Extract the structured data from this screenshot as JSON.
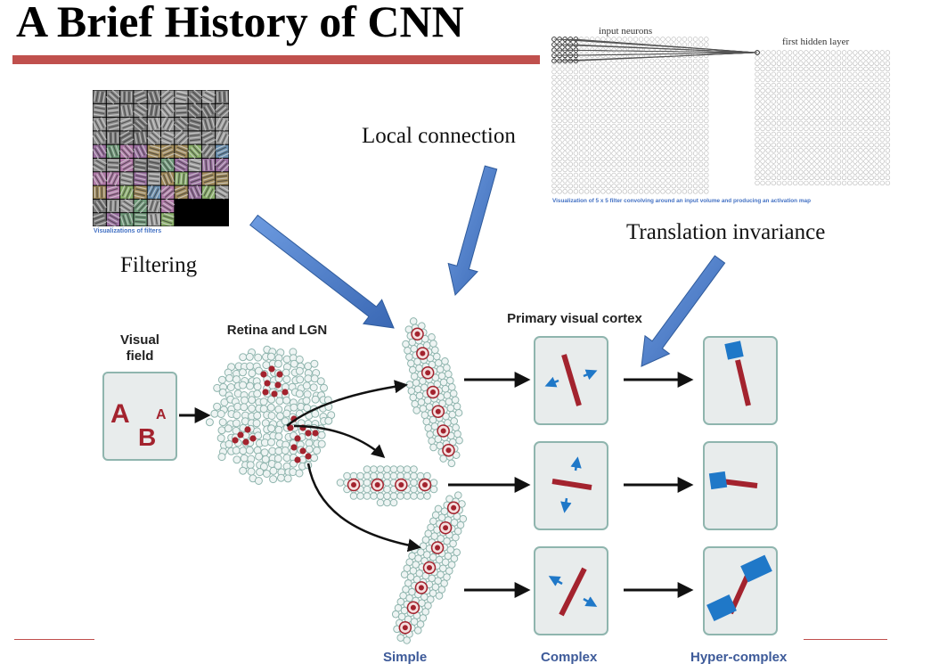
{
  "slide": {
    "title": "A Brief History of CNN",
    "accent_color": "#c0504d",
    "arrow_color": "#4a7cc4"
  },
  "labels": {
    "filtering": "Filtering",
    "local_connection": "Local connection",
    "translation_invariance": "Translation invariance"
  },
  "filters_panel": {
    "caption": "Visualizations of filters"
  },
  "network_panel": {
    "input_label": "input neurons",
    "hidden_label": "first hidden layer",
    "caption": "Visualization of 5 x 5 filter convolving around an input volume and producing an activation map"
  },
  "visual_pathway": {
    "visual_field_label": "Visual\nfield",
    "retina_label": "Retina and LGN",
    "cortex_label": "Primary visual cortex",
    "field_letters": [
      "A",
      "B",
      "A"
    ],
    "columns": [
      "Simple",
      "Complex",
      "Hyper-complex"
    ],
    "colors": {
      "cell_red": "#a3232e",
      "blue_accent": "#1f78c8",
      "box_fill": "#e8ecec",
      "box_border": "#8fb5ae"
    }
  }
}
